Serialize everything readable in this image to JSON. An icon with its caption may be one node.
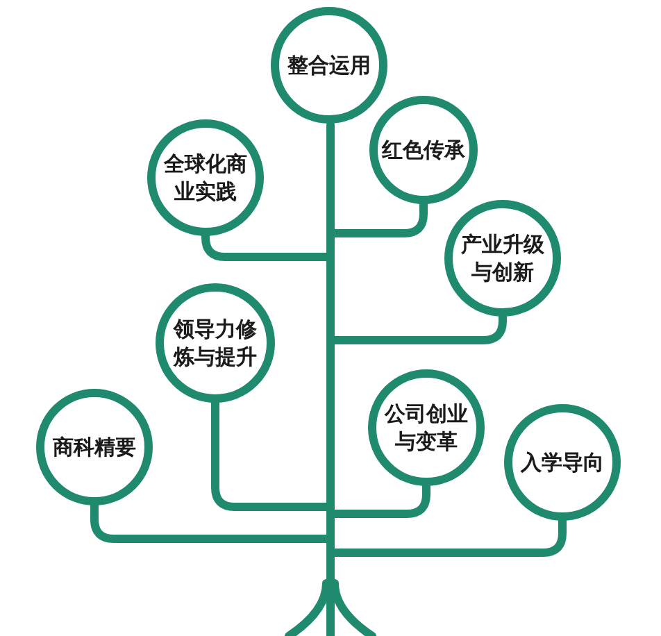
{
  "diagram": {
    "nodes": [
      {
        "text": [
          "整合运用"
        ]
      },
      {
        "text": [
          "全球化商业实践"
        ]
      },
      {
        "text": [
          "红色传承"
        ]
      },
      {
        "text": [
          "产业升级与创新"
        ]
      },
      {
        "text": [
          "领导力修炼与提升"
        ]
      },
      {
        "text": [
          "商科精要"
        ]
      },
      {
        "text": [
          "公司创业与变革"
        ]
      },
      {
        "text": [
          "入学导向"
        ]
      }
    ]
  }
}
